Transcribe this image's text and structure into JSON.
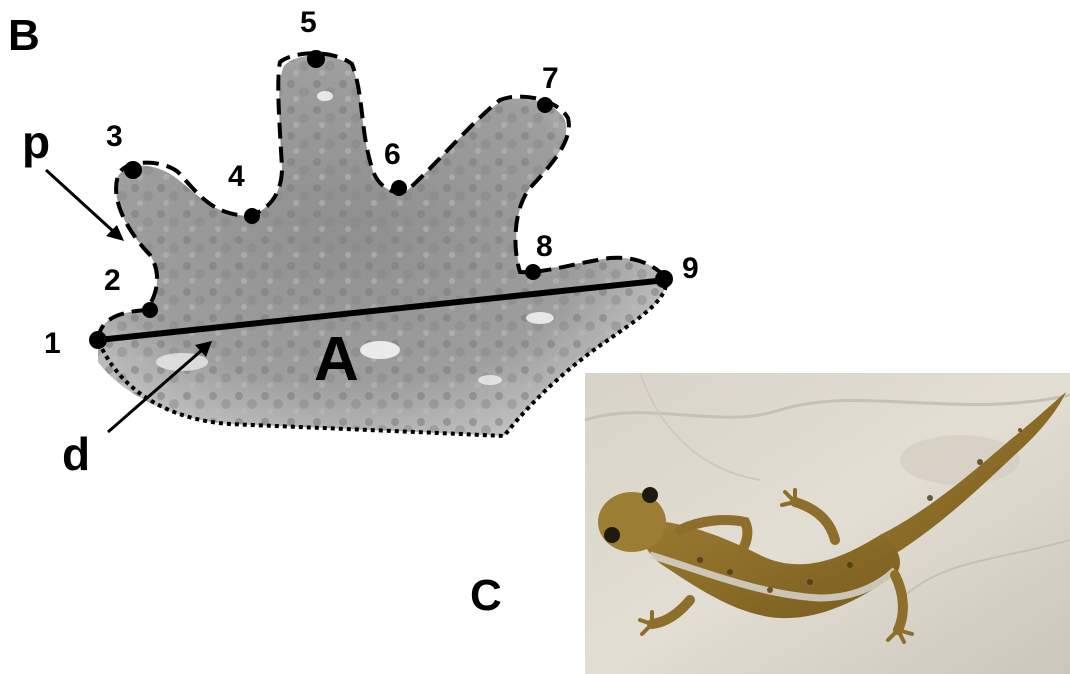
{
  "figure": {
    "panels": {
      "b": "B",
      "c": "C"
    },
    "foot_diagram": {
      "area_label": "A",
      "proximal_label": "p",
      "distal_label": "d",
      "landmarks": [
        "1",
        "2",
        "3",
        "4",
        "5",
        "6",
        "7",
        "8",
        "9"
      ]
    },
    "photo": {
      "subject": "salamander-photo"
    }
  }
}
